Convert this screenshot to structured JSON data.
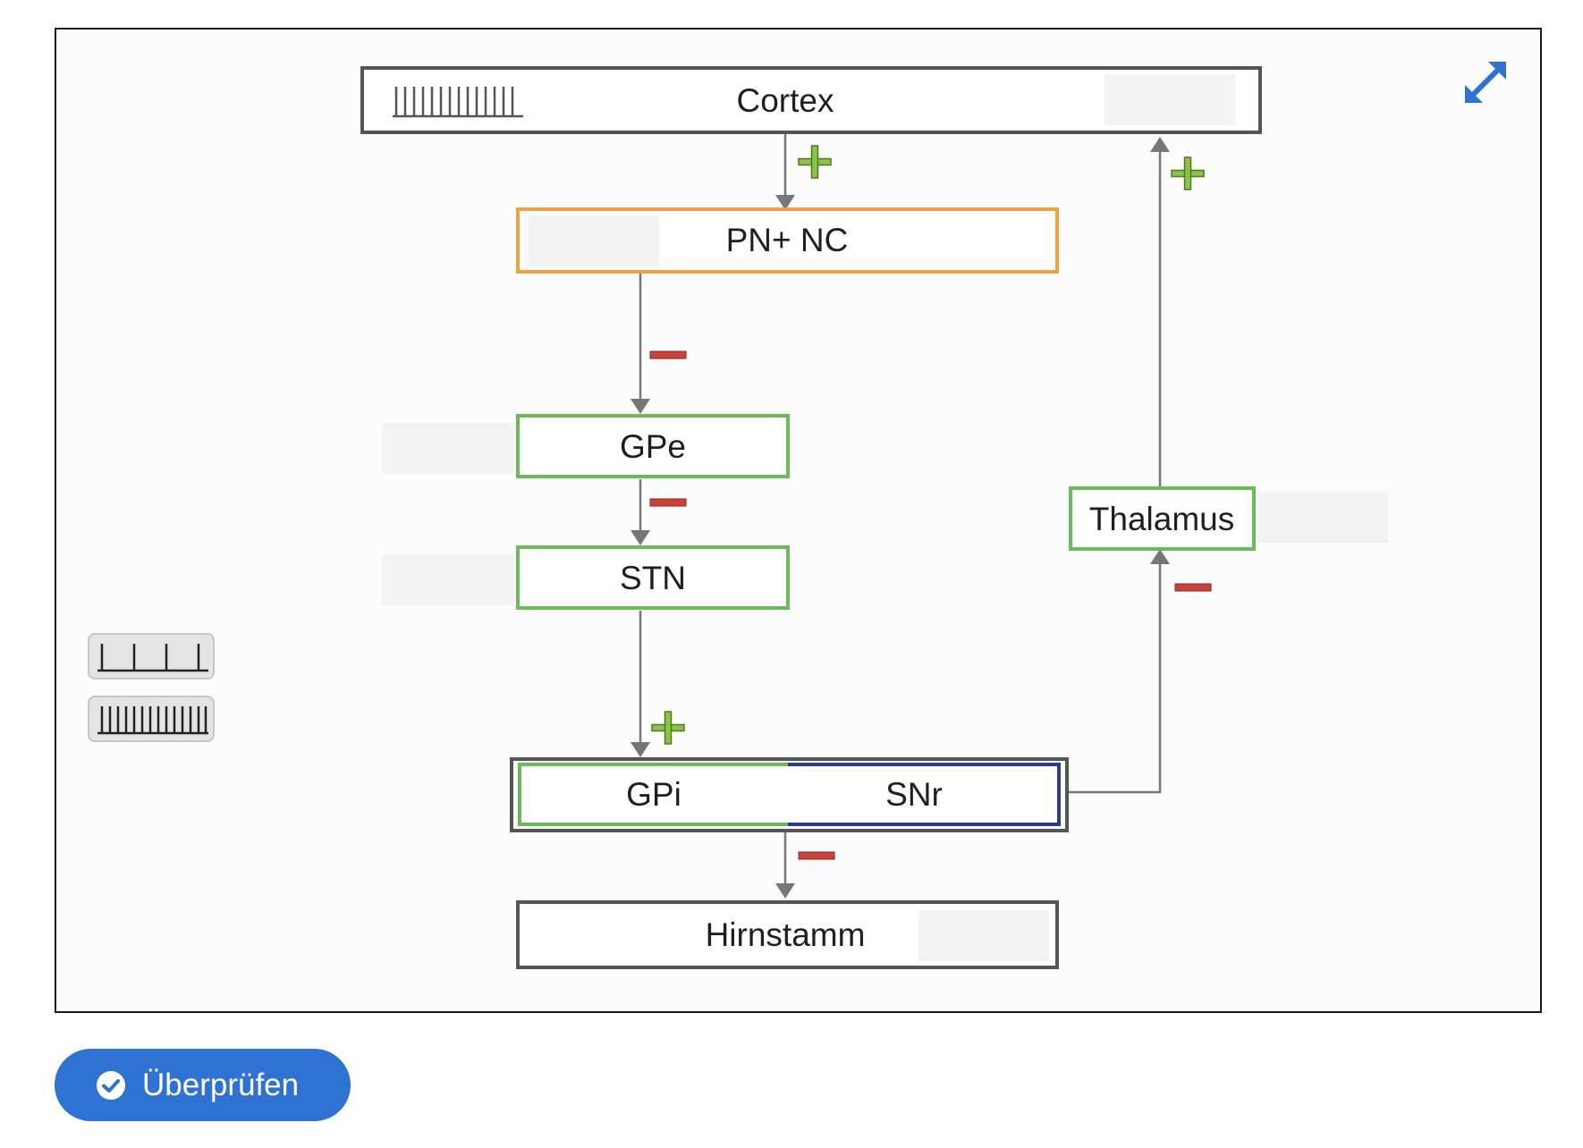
{
  "diagram": {
    "nodes": {
      "cortex": "Cortex",
      "pn_nc": "PN+ NC",
      "gpe": "GPe",
      "stn": "STN",
      "gpi": "GPi",
      "snr": "SNr",
      "hirnstamm": "Hirnstamm",
      "thalamus": "Thalamus"
    },
    "connections": [
      {
        "from": "cortex",
        "to": "pn_nc",
        "sign": "+"
      },
      {
        "from": "pn_nc",
        "to": "gpe",
        "sign": "-"
      },
      {
        "from": "gpe",
        "to": "stn",
        "sign": "-"
      },
      {
        "from": "stn",
        "to": "gpi",
        "sign": "+"
      },
      {
        "from": "gpi_snr",
        "to": "hirnstamm",
        "sign": "-"
      },
      {
        "from": "gpi_snr",
        "to": "thalamus",
        "sign": "-"
      },
      {
        "from": "thalamus",
        "to": "cortex",
        "sign": "+"
      }
    ],
    "palette": [
      {
        "name": "low-frequency-spikes",
        "spike_count": 4
      },
      {
        "name": "high-frequency-spikes",
        "spike_count": 14
      }
    ],
    "cortex_marker": {
      "name": "high-frequency-spikes",
      "spike_count": 14
    }
  },
  "colors": {
    "plus": "#8fc24a",
    "minus": "#c9433a",
    "orange_border": "#f0a045",
    "green_border": "#6cbb5a",
    "blue_border": "#2a3c8f",
    "accent": "#2f73d2"
  },
  "toolbar": {
    "check_label": "Überprüfen",
    "expand_icon": "expand-arrows-icon"
  }
}
